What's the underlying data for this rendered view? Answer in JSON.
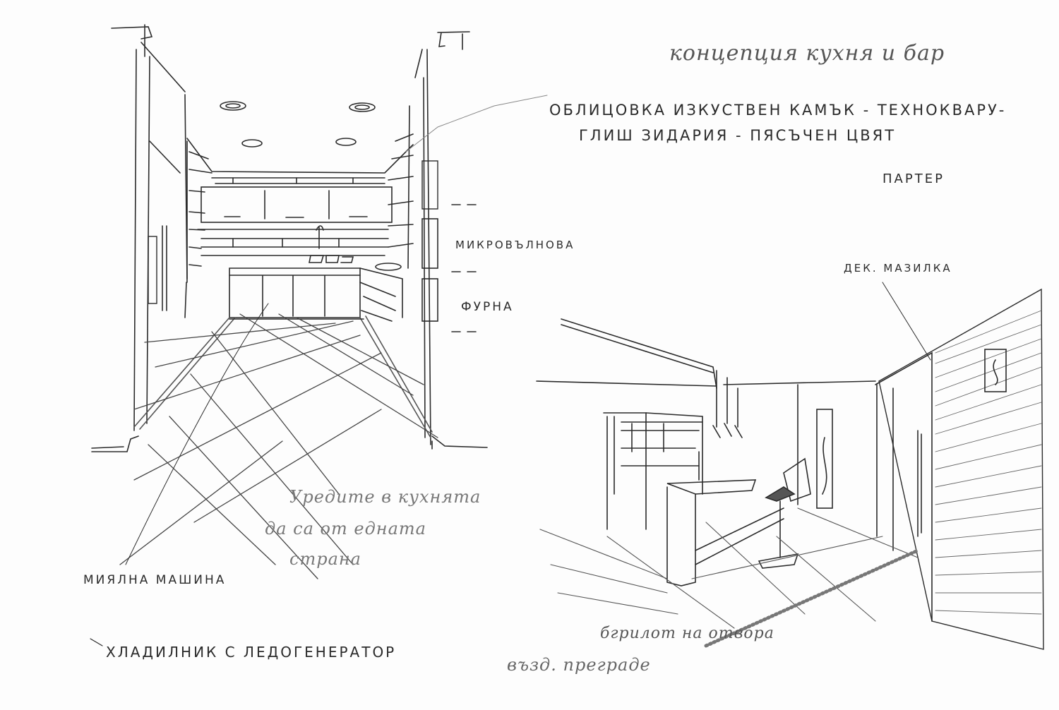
{
  "title": "концепция кухня и бар",
  "annotations": {
    "cladding_line1": "облицовка изкуствен камък - техноквару-",
    "cladding_line2": "глиш зидария - пясъчен цвят",
    "floor": "партер",
    "microwave": "микровълнова",
    "oven": "фурна",
    "decorative_plaster": "дек. мазилка",
    "appliances_note_line1": "Уредите в кухнята",
    "appliances_note_line2": "да са от едната",
    "appliances_note_line3": "страна",
    "dishwasher": "миялна машина",
    "fridge": "хладилник с ледогенератор",
    "opening_grille": "бгрилот на отвора",
    "air_curtain": "възд. преграде"
  },
  "drawings": [
    {
      "name": "kitchen-perspective",
      "description": "U-shaped kitchen with brick-clad walls, upper cabinets, recessed ceiling lights, tiled diagonal floor"
    },
    {
      "name": "bar-perspective",
      "description": "Bar counter with stool, pendant lights, shelving, decorative plaster wall with striped texture"
    }
  ],
  "colors": {
    "ink": "#2b2b2b",
    "pencil": "#8a8a8a",
    "paper": "#fdfdfd"
  }
}
